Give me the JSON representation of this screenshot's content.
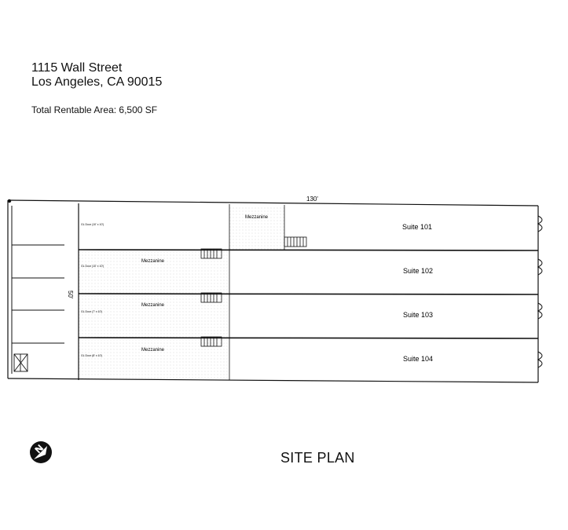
{
  "header": {
    "address_line1": "1115 Wall Street",
    "address_line2": "Los Angeles, CA  90015",
    "total_area": "Total Rentable Area:  6,500 SF"
  },
  "plan": {
    "width_dim": "130'",
    "depth_dim": "50'",
    "suites": [
      {
        "label": "Suite 101"
      },
      {
        "label": "Suite 102"
      },
      {
        "label": "Suite 103"
      },
      {
        "label": "Suite 104"
      }
    ],
    "mezzanines": [
      "Mezzanine",
      "Mezzanine",
      "Mezzanine",
      "Mezzanine"
    ],
    "roll_up_doors": [
      "GL Door (10' x 10')",
      "GL Door (10' x 10')",
      "GL Door (7' x 10')",
      "GL Door (8' x 10')"
    ]
  },
  "site_title": "SITE PLAN"
}
